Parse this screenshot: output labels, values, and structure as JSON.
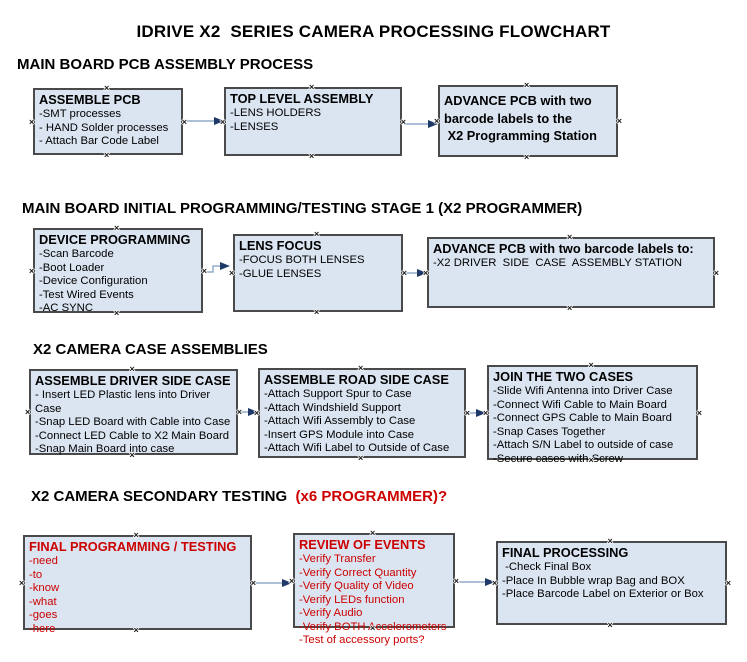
{
  "title": "IDRIVE X2  SERIES CAMERA PROCESSING FLOWCHART",
  "diagram": {
    "handle_glyph": "×"
  },
  "colors": {
    "box_fill": "#dbe5f1",
    "box_border": "#4a4a4a",
    "connector_line": "#93acc9",
    "connector_head": "#1f3a68",
    "red": "#cc0000",
    "text": "#000000",
    "page_bg": "#ffffff"
  },
  "sections": [
    {
      "heading": "MAIN BOARD PCB ASSEMBLY PROCESS",
      "heading_red": "",
      "boxes": [
        {
          "title": "ASSEMBLE PCB",
          "items": [
            "-SMT processes",
            "- HAND Solder processes",
            "- Attach Bar Code Label"
          ]
        },
        {
          "title": "TOP LEVEL ASSEMBLY",
          "items": [
            "-LENS HOLDERS",
            "-LENSES"
          ]
        },
        {
          "title": "ADVANCE PCB with two\nbarcode labels to the\n X2 Programming Station",
          "items": []
        }
      ]
    },
    {
      "heading": "MAIN BOARD INITIAL PROGRAMMING/TESTING STAGE 1 (X2 PROGRAMMER)",
      "heading_red": "",
      "boxes": [
        {
          "title": "DEVICE PROGRAMMING",
          "items": [
            "-Scan Barcode",
            "-Boot Loader",
            "-Device Configuration",
            "-Test Wired Events",
            "-AC SYNC"
          ]
        },
        {
          "title": "LENS FOCUS",
          "items": [
            "-FOCUS BOTH LENSES",
            "-GLUE LENSES"
          ]
        },
        {
          "title": "ADVANCE PCB with two barcode labels to:",
          "items": [
            "-X2 DRIVER  SIDE  CASE  ASSEMBLY STATION"
          ]
        }
      ]
    },
    {
      "heading": "X2 CAMERA CASE ASSEMBLIES",
      "heading_red": "",
      "boxes": [
        {
          "title": "ASSEMBLE DRIVER SIDE CASE",
          "items": [
            "- Insert LED Plastic lens into Driver Case",
            "-Snap LED Board with Cable into Case",
            "-Connect LED Cable to X2 Main Board",
            "-Snap Main Board into case"
          ]
        },
        {
          "title": "ASSEMBLE ROAD SIDE CASE",
          "items": [
            "-Attach Support Spur to Case",
            "-Attach Windshield Support",
            "-Attach Wifi Assembly to Case",
            "-Insert GPS Module into Case",
            "-Attach Wifi Label to Outside of Case"
          ]
        },
        {
          "title": "JOIN THE TWO CASES",
          "items": [
            "-Slide Wifi Antenna into Driver Case",
            "-Connect Wifi Cable to Main Board",
            "-Connect GPS Cable to Main Board",
            "-Snap Cases Together",
            "-Attach S/N Label to outside of case",
            "-Secure cases with Screw"
          ]
        }
      ]
    },
    {
      "heading": "X2 CAMERA SECONDARY TESTING",
      "heading_red": "  (x6 PROGRAMMER)?",
      "boxes": [
        {
          "title": "FINAL PROGRAMMING / TESTING",
          "items": [
            "-need",
            "-to",
            "-know",
            "-what",
            "-goes",
            "-here"
          ]
        },
        {
          "title": "REVIEW OF EVENTS",
          "items": [
            "-Verify Transfer",
            "-Verify Correct Quantity",
            "-Verify Quality of Video",
            "-Verify LEDs function",
            "-Verify Audio",
            "-Verify BOTH Accelerometers",
            "-Test of accessory ports?"
          ]
        },
        {
          "title": "FINAL PROCESSING",
          "items": [
            " -Check Final Box",
            "-Place In Bubble wrap Bag and BOX",
            "-Place Barcode Label on Exterior or Box"
          ]
        }
      ]
    }
  ]
}
